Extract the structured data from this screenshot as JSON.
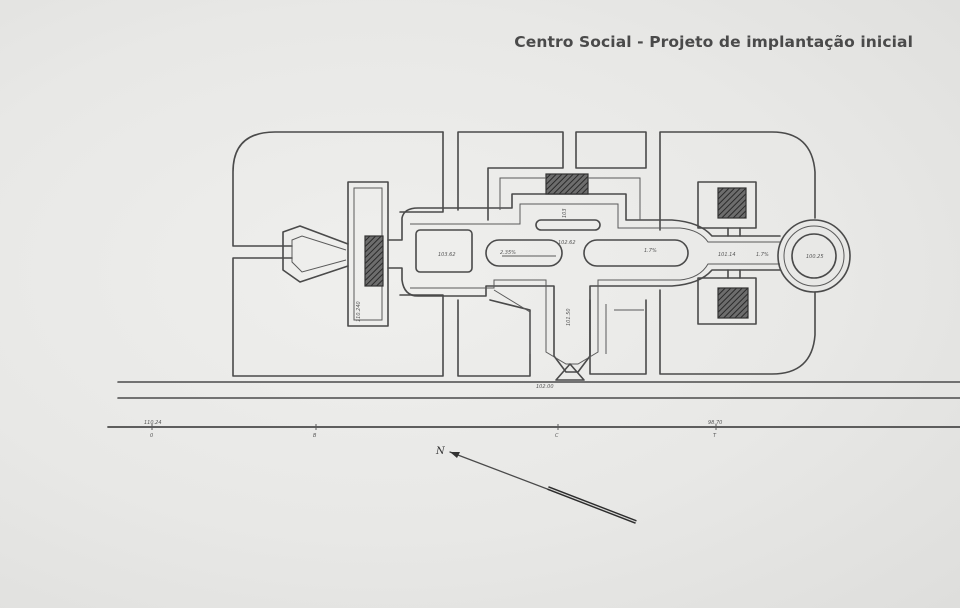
{
  "title": "Centro Social - Projeto de implantação inicial",
  "labels": {
    "left_block": "110.240",
    "plaza": "103.62",
    "slope_left": "2.35%",
    "center_level": "102.62",
    "slope_right": "1.7%",
    "right_level": "101.14",
    "right_slope": "1.7%",
    "roundabout": "100.25",
    "top_level": "103",
    "road_level": "102.00",
    "vertical_level": "101.50",
    "axis_left_value": "110.24",
    "axis_left_tick": "0",
    "axis_b_tick": "B",
    "axis_c_tick": "C",
    "axis_right_value": "98.70",
    "axis_right_tick": "T",
    "north": "N"
  }
}
